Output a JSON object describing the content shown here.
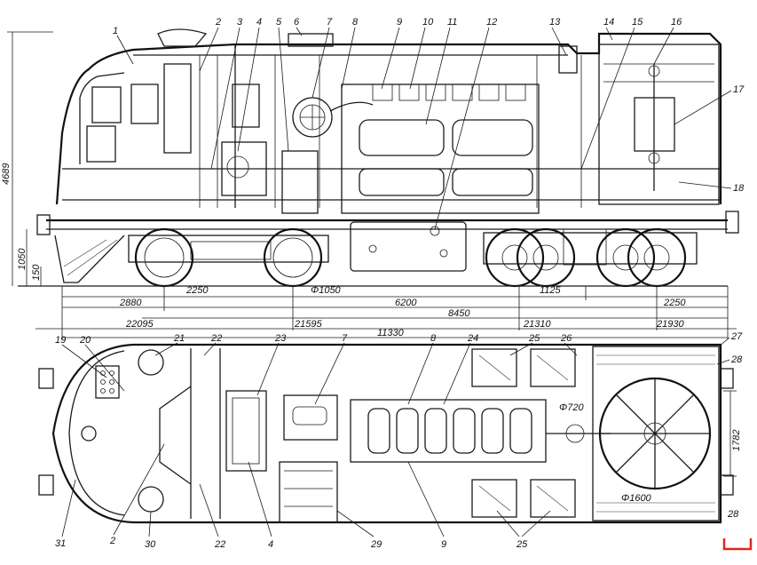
{
  "side_view": {
    "callouts": [
      "1",
      "2",
      "3",
      "4",
      "5",
      "6",
      "7",
      "8",
      "9",
      "10",
      "11",
      "12",
      "13",
      "14",
      "15",
      "16",
      "17",
      "18"
    ],
    "dimensions": {
      "height": "4689",
      "wheel_height": "1050",
      "low_height": "150",
      "wheel_diameter": "Φ1050",
      "d1": "2880",
      "d2": "2250",
      "d3": "6200",
      "d4": "8450",
      "d5": "1125",
      "d6": "2250",
      "d7": "22095",
      "d8": "21595",
      "d9": "11330",
      "d10": "21310",
      "d11": "21930"
    }
  },
  "top_view": {
    "callouts_top": [
      "19",
      "20",
      "21",
      "22",
      "23",
      "7",
      "8",
      "24",
      "25",
      "26",
      "27",
      "28"
    ],
    "callouts_bottom": [
      "31",
      "2",
      "30",
      "22",
      "4",
      "29",
      "9",
      "25",
      "28"
    ],
    "dimensions": {
      "fan_diameter": "Φ720",
      "width": "1782",
      "big_fan": "Φ1600"
    }
  }
}
